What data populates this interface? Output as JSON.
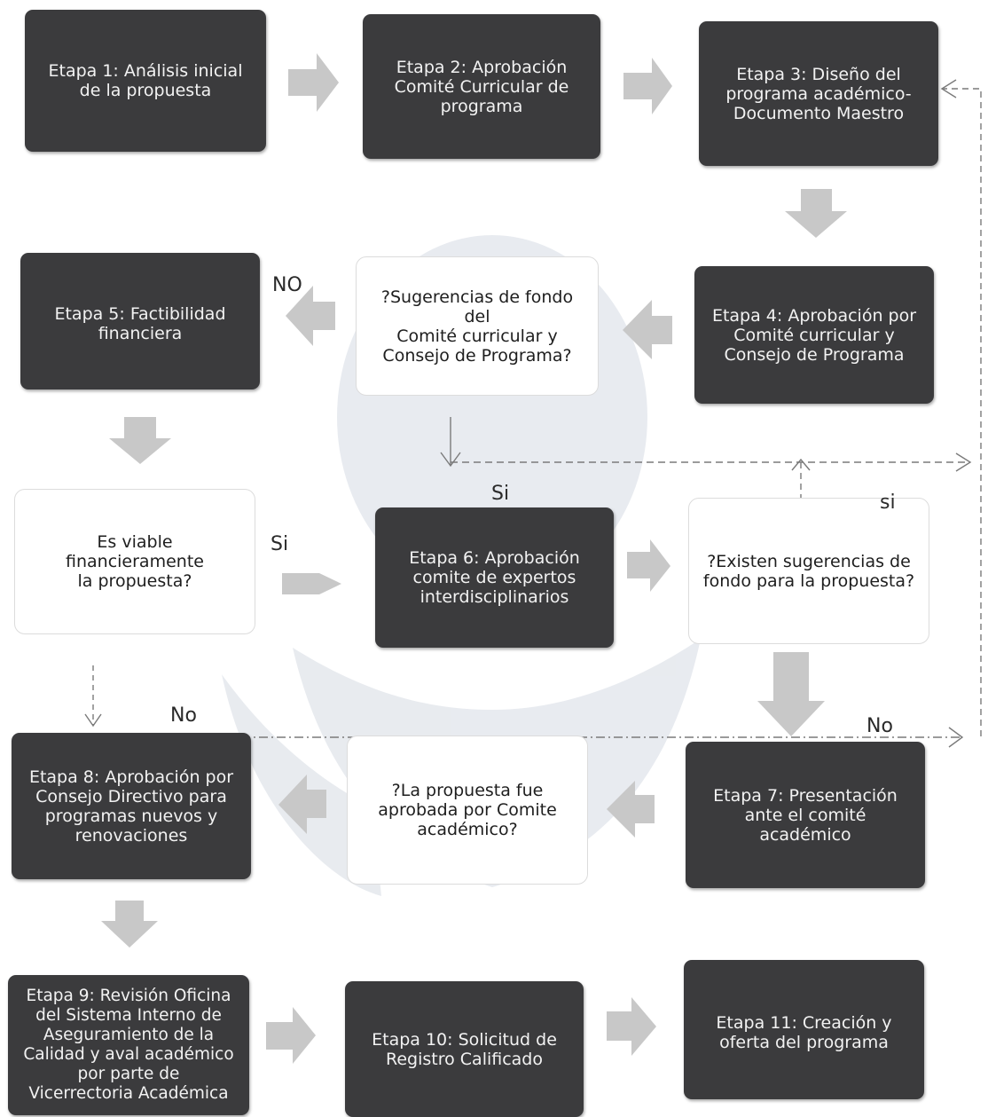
{
  "stages": {
    "s1": "Etapa 1: Análisis inicial\nde la propuesta",
    "s2": "Etapa 2: Aprobación\nComité Curricular de\nprograma",
    "s3": "Etapa 3: Diseño del\nprograma académico-\nDocumento Maestro",
    "s4": "Etapa 4: Aprobación por\nComité curricular y\nConsejo de Programa",
    "s5": "Etapa 5: Factibilidad\nfinanciera",
    "s6": "Etapa 6: Aprobación\ncomite de expertos\ninterdisciplinarios",
    "s7": "Etapa 7: Presentación\nante el comité académico",
    "s8": "Etapa 8: Aprobación por\nConsejo Directivo para\nprogramas nuevos y\nrenovaciones",
    "s9": "Etapa 9: Revisión Oficina\ndel Sistema Interno de\nAseguramiento de la\nCalidad y aval académico\npor parte de\nVicerrectoria Académica",
    "s10": "Etapa 10: Solicitud de\nRegistro Calificado",
    "s11": "Etapa 11:  Creación y\noferta del programa"
  },
  "questions": {
    "q1": "?Sugerencias de fondo del\nComité curricular y\nConsejo de Programa?",
    "q2": "Es viable financieramente\nla propuesta?",
    "q3": "?Existen sugerencias de\nfondo para la propuesta?",
    "q4": "?La propuesta fue\naprobada por Comite\nacadémico?"
  },
  "labels": {
    "no_q1": "NO",
    "si_q1": "Si",
    "si_q2": "Si",
    "si_q3": "si",
    "no_q2": "No",
    "no_q4": "No"
  },
  "colors": {
    "stage_fill": "#3b3b3d",
    "arrow": "#c8c8c8"
  }
}
